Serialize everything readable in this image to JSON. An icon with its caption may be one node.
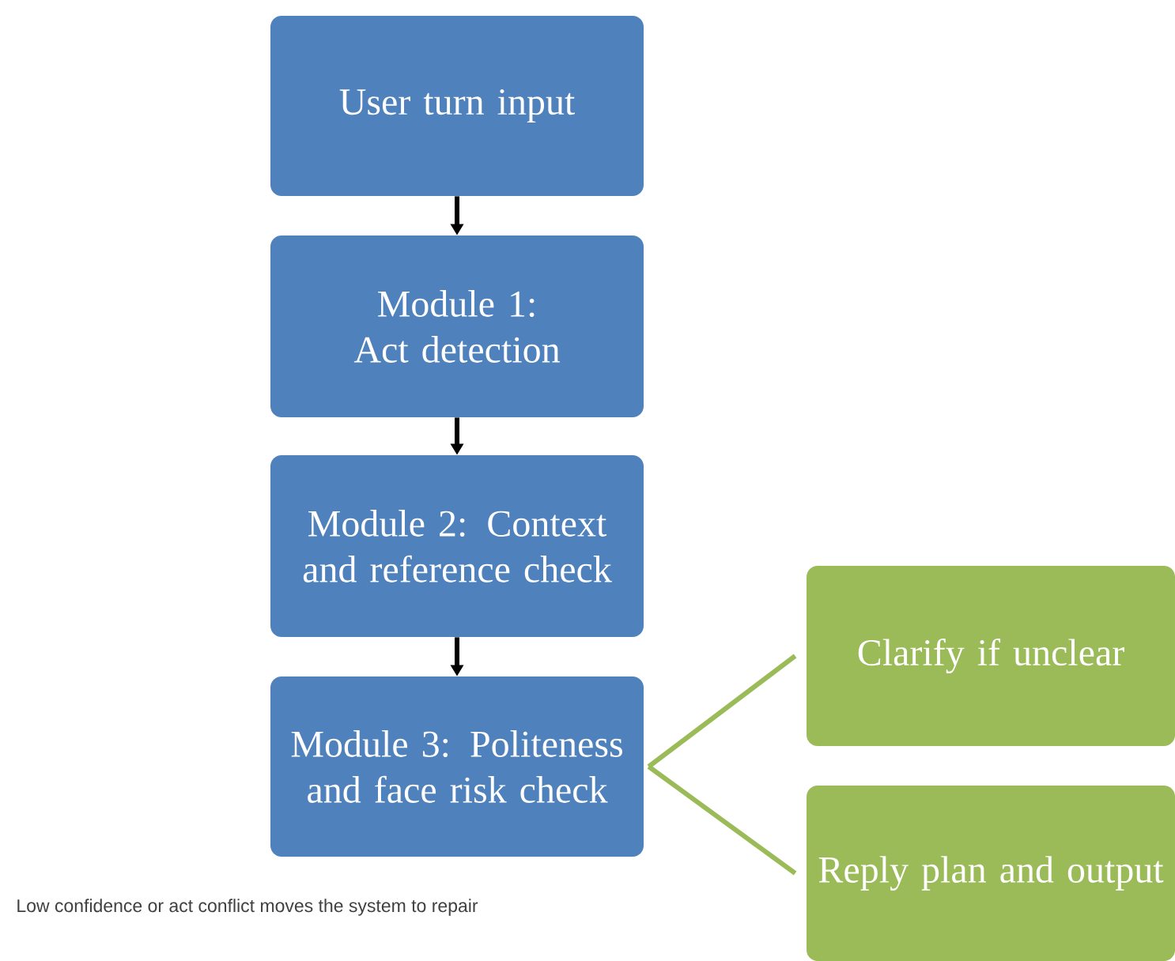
{
  "diagram": {
    "nodes": [
      {
        "text": [
          "User turn input"
        ]
      },
      {
        "text": [
          "Module 1: Act detection"
        ]
      },
      {
        "text": [
          "Module 2: Context and reference check"
        ]
      },
      {
        "text": [
          "Module 3: Politeness and face risk check"
        ]
      },
      {
        "text": [
          "Clarify if unclear"
        ]
      },
      {
        "text": [
          "Reply plan and output"
        ]
      }
    ],
    "edges": [
      {
        "from": 0,
        "to": 1,
        "arrow": "to"
      },
      {
        "from": 1,
        "to": 2,
        "arrow": "to"
      },
      {
        "from": 2,
        "to": 3,
        "arrow": "to"
      },
      {
        "from": 3,
        "to": 4,
        "arrow": "none",
        "color": "#9bbb59"
      },
      {
        "from": 3,
        "to": 5,
        "arrow": "none",
        "color": "#9bbb59"
      }
    ],
    "labels": [
      "Low confidence or act conflict moves the system to repair"
    ]
  }
}
